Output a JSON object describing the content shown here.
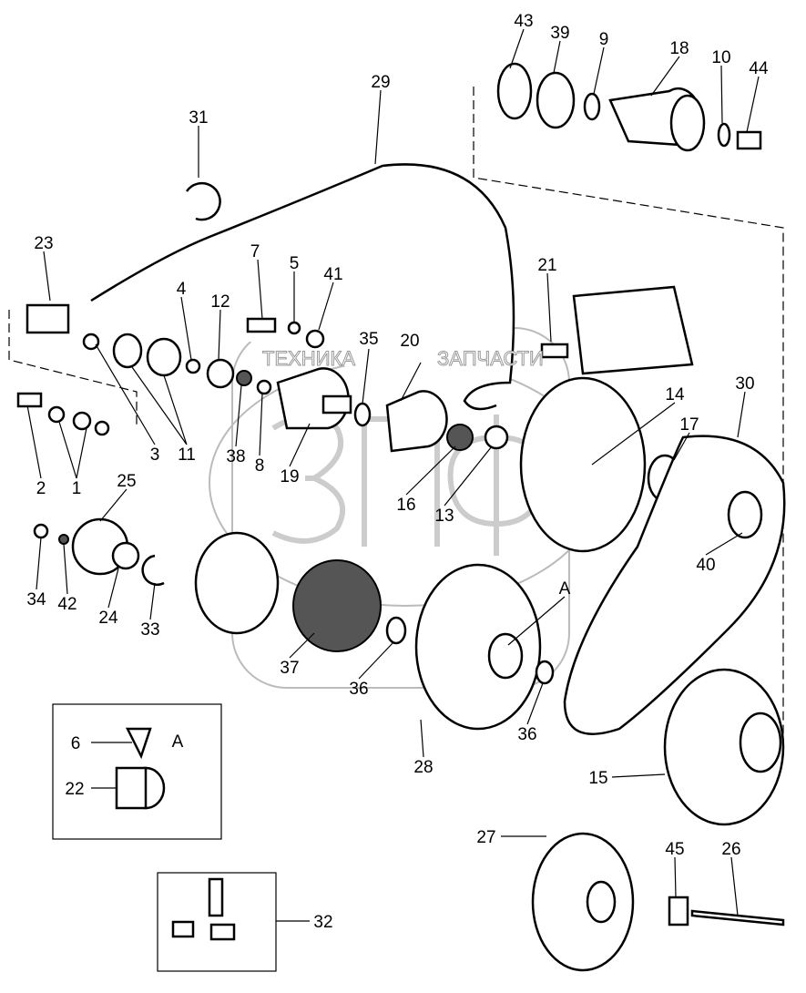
{
  "watermark": {
    "left": "ТЕХНИКА",
    "right": "ЗАПЧАСТИ",
    "logo": "ЗПФ"
  },
  "labels": [
    "43",
    "39",
    "9",
    "18",
    "10",
    "44",
    "29",
    "31",
    "23",
    "7",
    "5",
    "41",
    "21",
    "4",
    "12",
    "35",
    "20",
    "14",
    "30",
    "17",
    "2",
    "3",
    "11",
    "38",
    "8",
    "19",
    "1",
    "16",
    "13",
    "25",
    "40",
    "34",
    "42",
    "24",
    "33",
    "A",
    "37",
    "36",
    "36",
    "28",
    "6",
    "A",
    "22",
    "15",
    "27",
    "45",
    "26",
    "32"
  ]
}
